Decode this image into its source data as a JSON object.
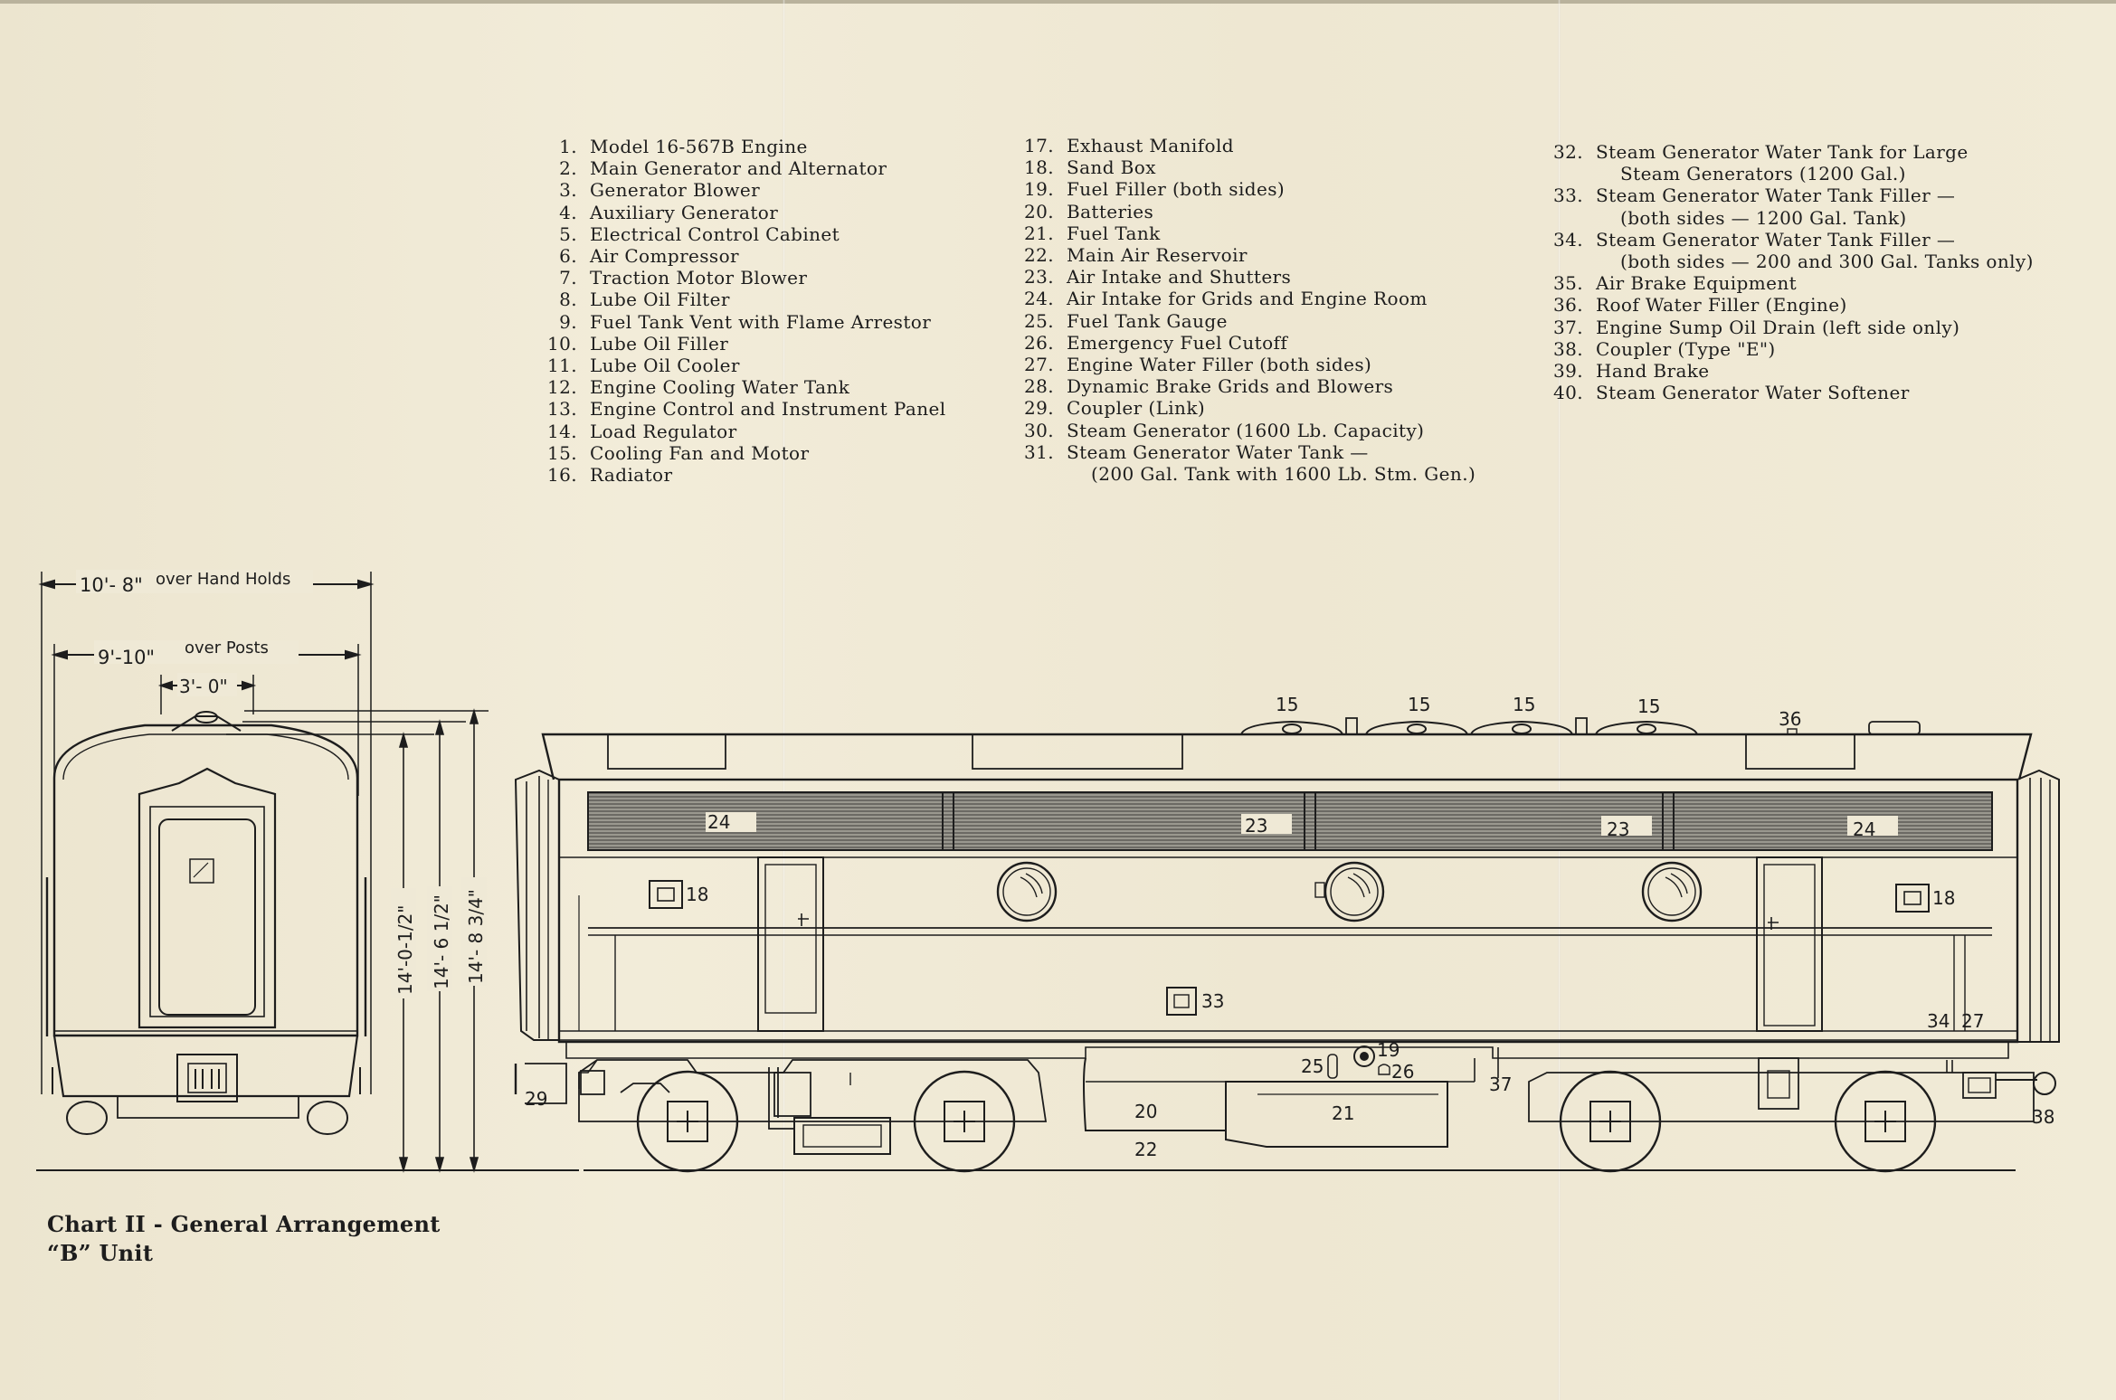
{
  "legend": {
    "col1": [
      {
        "n": "1.",
        "t": "Model 16-567B Engine"
      },
      {
        "n": "2.",
        "t": "Main Generator and Alternator"
      },
      {
        "n": "3.",
        "t": "Generator Blower"
      },
      {
        "n": "4.",
        "t": "Auxiliary Generator"
      },
      {
        "n": "5.",
        "t": "Electrical Control Cabinet"
      },
      {
        "n": "6.",
        "t": "Air Compressor"
      },
      {
        "n": "7.",
        "t": "Traction Motor Blower"
      },
      {
        "n": "8.",
        "t": "Lube Oil Filter"
      },
      {
        "n": "9.",
        "t": "Fuel Tank Vent with Flame Arrestor"
      },
      {
        "n": "10.",
        "t": "Lube Oil Filler"
      },
      {
        "n": "11.",
        "t": "Lube Oil Cooler"
      },
      {
        "n": "12.",
        "t": "Engine Cooling Water Tank"
      },
      {
        "n": "13.",
        "t": "Engine Control and Instrument Panel"
      },
      {
        "n": "14.",
        "t": "Load Regulator"
      },
      {
        "n": "15.",
        "t": "Cooling Fan and Motor"
      },
      {
        "n": "16.",
        "t": "Radiator"
      }
    ],
    "col2": [
      {
        "n": "17.",
        "t": "Exhaust Manifold"
      },
      {
        "n": "18.",
        "t": "Sand Box"
      },
      {
        "n": "19.",
        "t": "Fuel Filler (both sides)"
      },
      {
        "n": "20.",
        "t": "Batteries"
      },
      {
        "n": "21.",
        "t": "Fuel Tank"
      },
      {
        "n": "22.",
        "t": "Main Air Reservoir"
      },
      {
        "n": "23.",
        "t": "Air Intake and Shutters"
      },
      {
        "n": "24.",
        "t": "Air Intake for Grids and Engine Room"
      },
      {
        "n": "25.",
        "t": "Fuel Tank Gauge"
      },
      {
        "n": "26.",
        "t": "Emergency Fuel Cutoff"
      },
      {
        "n": "27.",
        "t": "Engine Water Filler (both sides)"
      },
      {
        "n": "28.",
        "t": "Dynamic Brake Grids and Blowers"
      },
      {
        "n": "29.",
        "t": "Coupler (Link)"
      },
      {
        "n": "30.",
        "t": "Steam Generator (1600 Lb. Capacity)"
      },
      {
        "n": "31.",
        "t": "Steam Generator Water Tank —"
      },
      {
        "n": "",
        "t": "    (200 Gal. Tank with 1600 Lb. Stm. Gen.)"
      }
    ],
    "col3": [
      {
        "n": "32.",
        "t": "Steam Generator Water Tank for Large"
      },
      {
        "n": "",
        "t": "    Steam Generators (1200 Gal.)"
      },
      {
        "n": "33.",
        "t": "Steam Generator Water Tank Filler —"
      },
      {
        "n": "",
        "t": "    (both sides — 1200 Gal. Tank)"
      },
      {
        "n": "34.",
        "t": "Steam Generator Water Tank Filler —"
      },
      {
        "n": "",
        "t": "    (both sides — 200 and 300 Gal. Tanks only)"
      },
      {
        "n": "35.",
        "t": "Air Brake Equipment"
      },
      {
        "n": "36.",
        "t": "Roof Water Filler (Engine)"
      },
      {
        "n": "37.",
        "t": "Engine Sump Oil Drain (left side only)"
      },
      {
        "n": "38.",
        "t": "Coupler (Type \"E\")"
      },
      {
        "n": "39.",
        "t": "Hand Brake"
      },
      {
        "n": "40.",
        "t": "Steam Generator Water Softener"
      }
    ]
  },
  "caption": {
    "line1": "Chart II - General Arrangement",
    "line2": "“B” Unit"
  },
  "dimensions": {
    "over_hand_holds": "10'- 8\"",
    "over_hand_holds_label": "over Hand Holds",
    "over_posts": "9'-10\"",
    "over_posts_label": "over Posts",
    "door_width": "3'- 0\"",
    "height_1": "14'-0-1/2\"",
    "height_2": "14'- 6 1/2\"",
    "height_3": "14'- 8 3/4\""
  },
  "callouts": {
    "c15": "15",
    "c36": "36",
    "c24": "24",
    "c23": "23",
    "c18": "18",
    "c33": "33",
    "c34": "34",
    "c27": "27",
    "c29": "29",
    "c20": "20",
    "c21": "21",
    "c22": "22",
    "c25": "25",
    "c19": "19",
    "c26": "26",
    "c37": "37",
    "c38": "38"
  }
}
